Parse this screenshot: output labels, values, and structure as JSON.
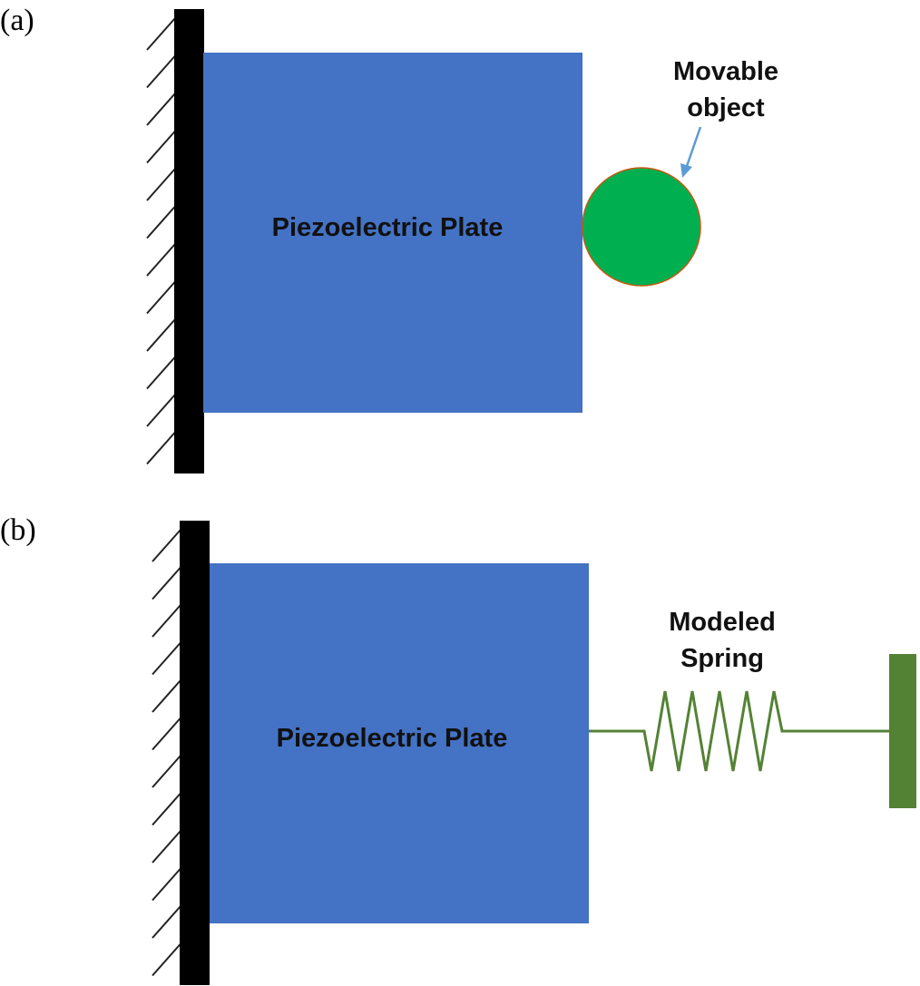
{
  "panel_a": {
    "label": "(a)",
    "plate_label": "Piezoelectric Plate",
    "object_label_line1": "Movable",
    "object_label_line2": "object"
  },
  "panel_b": {
    "label": "(b)",
    "plate_label": "Piezoelectric Plate",
    "spring_label_line1": "Modeled",
    "spring_label_line2": "Spring"
  },
  "colors": {
    "plate": "#4472c4",
    "object": "#00b050",
    "object_outline": "#c55a11",
    "spring": "#548235",
    "arrow": "#5b9bd5",
    "wall": "#000000"
  }
}
